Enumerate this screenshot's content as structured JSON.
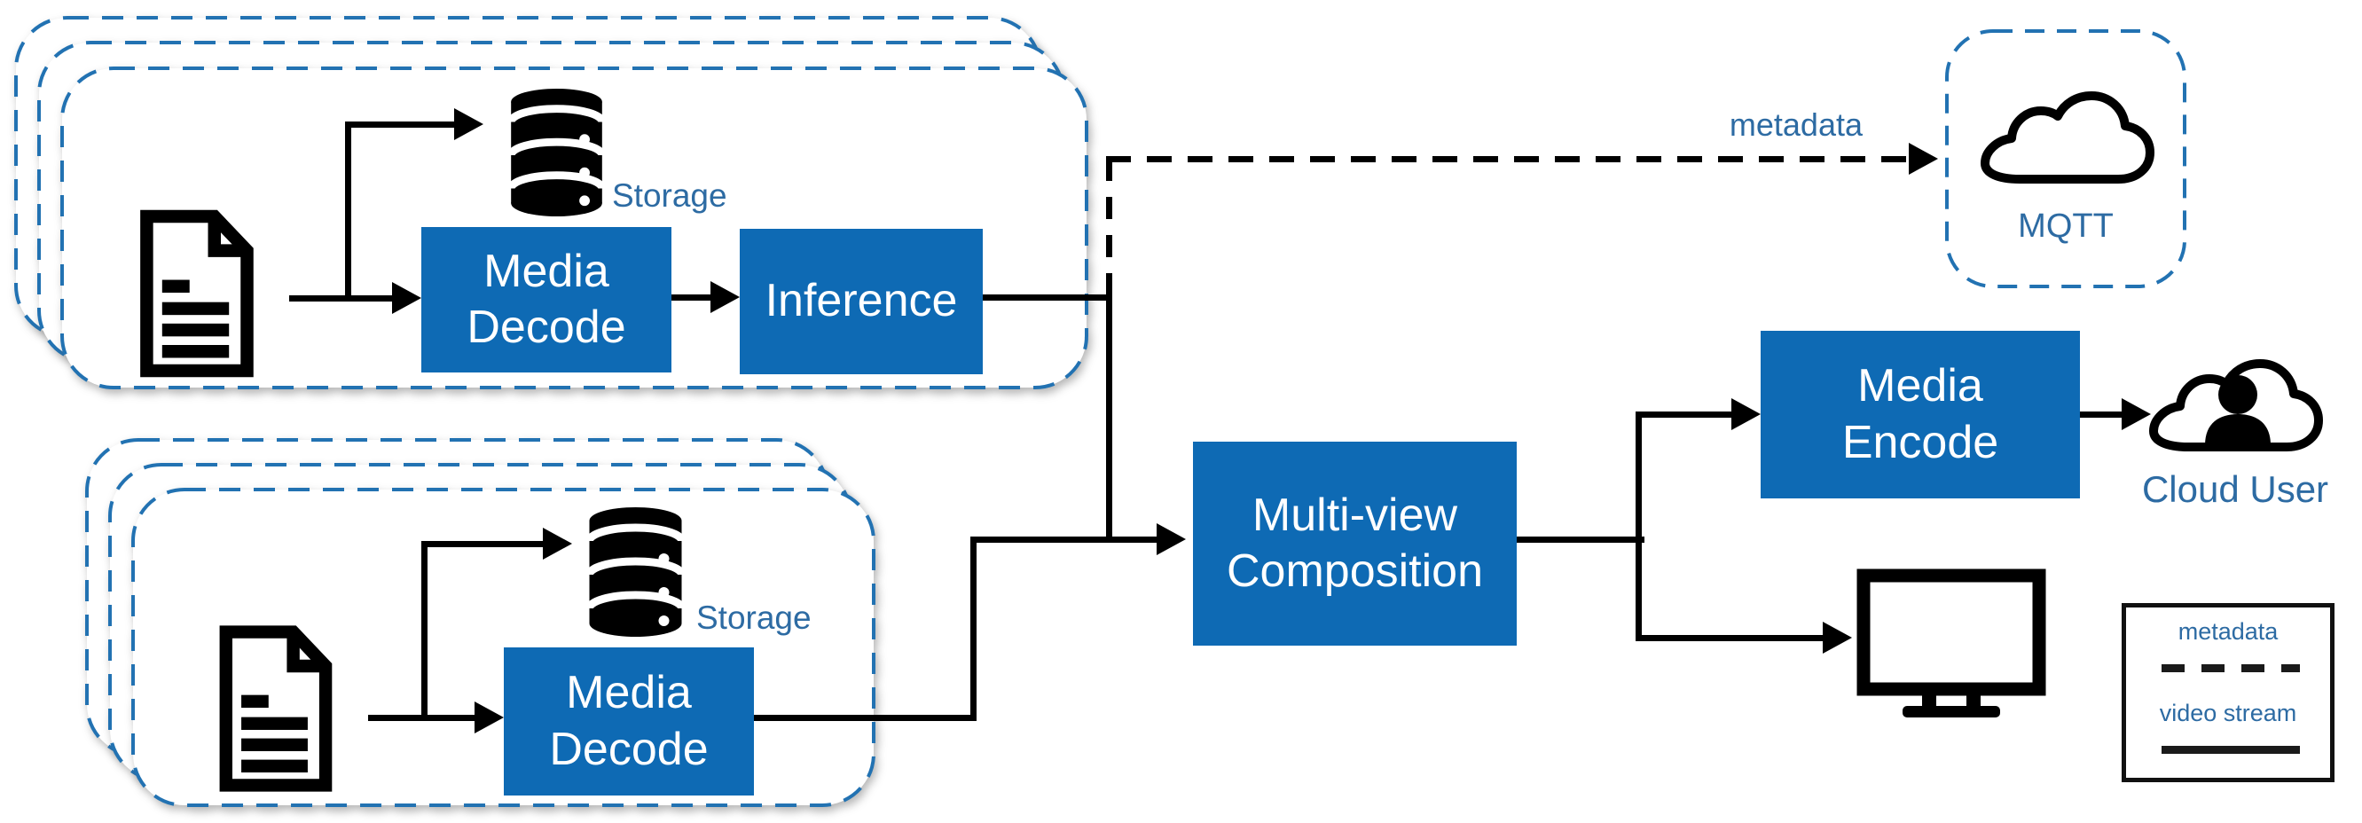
{
  "diagram": {
    "top_pipeline_group": {
      "media_decode": {
        "line1": "Media",
        "line2": "Decode"
      },
      "inference_label": "Inference",
      "storage_label": "Storage"
    },
    "bottom_pipeline_group": {
      "media_decode": {
        "line1": "Media",
        "line2": "Decode"
      },
      "storage_label": "Storage"
    },
    "multiview_composition": {
      "line1": "Multi-view",
      "line2": "Composition"
    },
    "media_encode": {
      "line1": "Media",
      "line2": "Encode"
    },
    "metadata_arrow_label": "metadata",
    "mqtt_label": "MQTT",
    "cloud_user_label": "Cloud User",
    "legend": {
      "metadata_label": "metadata",
      "video_stream_label": "video stream"
    },
    "icons": {
      "media_file": "document-icon",
      "storage": "database-icon",
      "mqtt": "cloud-icon",
      "cloud_user": "cloud-person-icon",
      "display": "monitor-icon"
    },
    "colors": {
      "process_box_blue": "#0e6ab4",
      "dashed_border_blue": "#2272b2",
      "label_text_blue": "#2d6ba3",
      "line_black": "#000000"
    }
  }
}
